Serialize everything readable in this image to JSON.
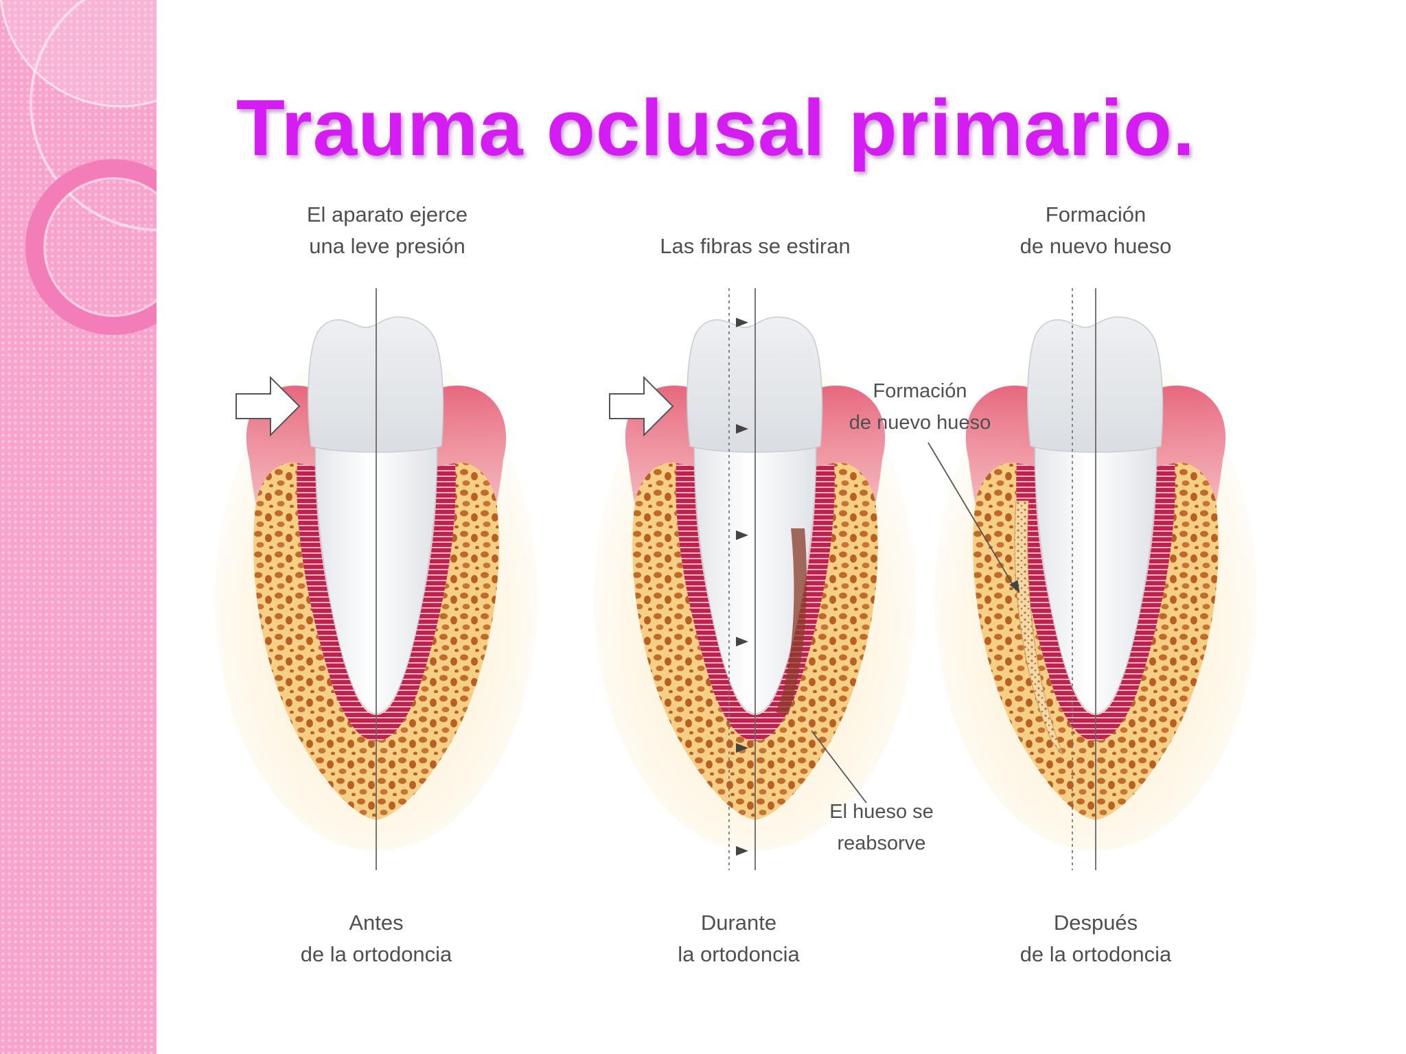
{
  "slide": {
    "title": "Trauma oclusal primario."
  },
  "diagram": {
    "panels": [
      {
        "id": "antes",
        "top_caption": [
          "El aparato ejerce",
          "una leve presión"
        ],
        "bottom_caption": [
          "Antes",
          "de la ortodoncia"
        ]
      },
      {
        "id": "durante",
        "top_caption": [
          "Las fibras se estiran"
        ],
        "bottom_caption": [
          "Durante",
          "la ortodoncia"
        ],
        "annotation": [
          "El hueso se",
          "reabsorve"
        ]
      },
      {
        "id": "despues",
        "top_caption": [
          "Formación",
          "de nuevo hueso"
        ],
        "bottom_caption": [
          "Después",
          "de la ortodoncia"
        ],
        "annotation": [
          "Formación",
          "de nuevo hueso"
        ]
      }
    ]
  },
  "colors": {
    "title": "#d41cf3",
    "sidebar": "#f7a3cc",
    "gum": "#e8596f",
    "bone": "#f6cf86",
    "bone_pores": "#c06a2a",
    "ligament": "#c2214e",
    "tooth": "#f4f5f7"
  }
}
